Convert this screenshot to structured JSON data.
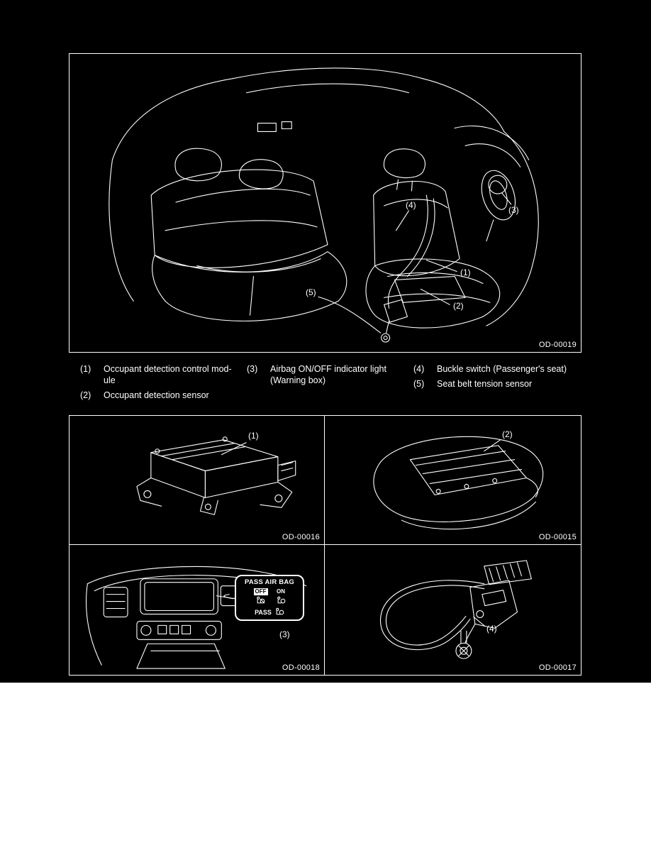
{
  "page": {
    "background": "#000000",
    "ink": "#ffffff"
  },
  "main_figure": {
    "figure_id": "OD-00019",
    "callouts": {
      "c1": "(1)",
      "c2": "(2)",
      "c3": "(3)",
      "c4": "(4)",
      "c5": "(5)"
    }
  },
  "legend": {
    "col1": [
      {
        "num": "(1)",
        "text": "Occupant detection control mod-\nule"
      },
      {
        "num": "(2)",
        "text": "Occupant detection sensor"
      }
    ],
    "col2": [
      {
        "num": "(3)",
        "text": "Airbag ON/OFF indicator light\n(Warning box)"
      }
    ],
    "col3": [
      {
        "num": "(4)",
        "text": "Buckle switch (Passenger's seat)"
      },
      {
        "num": "(5)",
        "text": "Seat belt tension sensor"
      }
    ]
  },
  "detail_figures": {
    "module": {
      "figure_id": "OD-00016",
      "callout": "(1)"
    },
    "sensor": {
      "figure_id": "OD-00015",
      "callout": "(2)"
    },
    "indicator": {
      "figure_id": "OD-00018",
      "callout": "(3)",
      "warning_box": {
        "title": "PASS AIR BAG",
        "off_label": "OFF",
        "on_label": "ON",
        "pass_label": "PASS"
      }
    },
    "buckle": {
      "figure_id": "OD-00017",
      "callout": "(4)"
    }
  }
}
